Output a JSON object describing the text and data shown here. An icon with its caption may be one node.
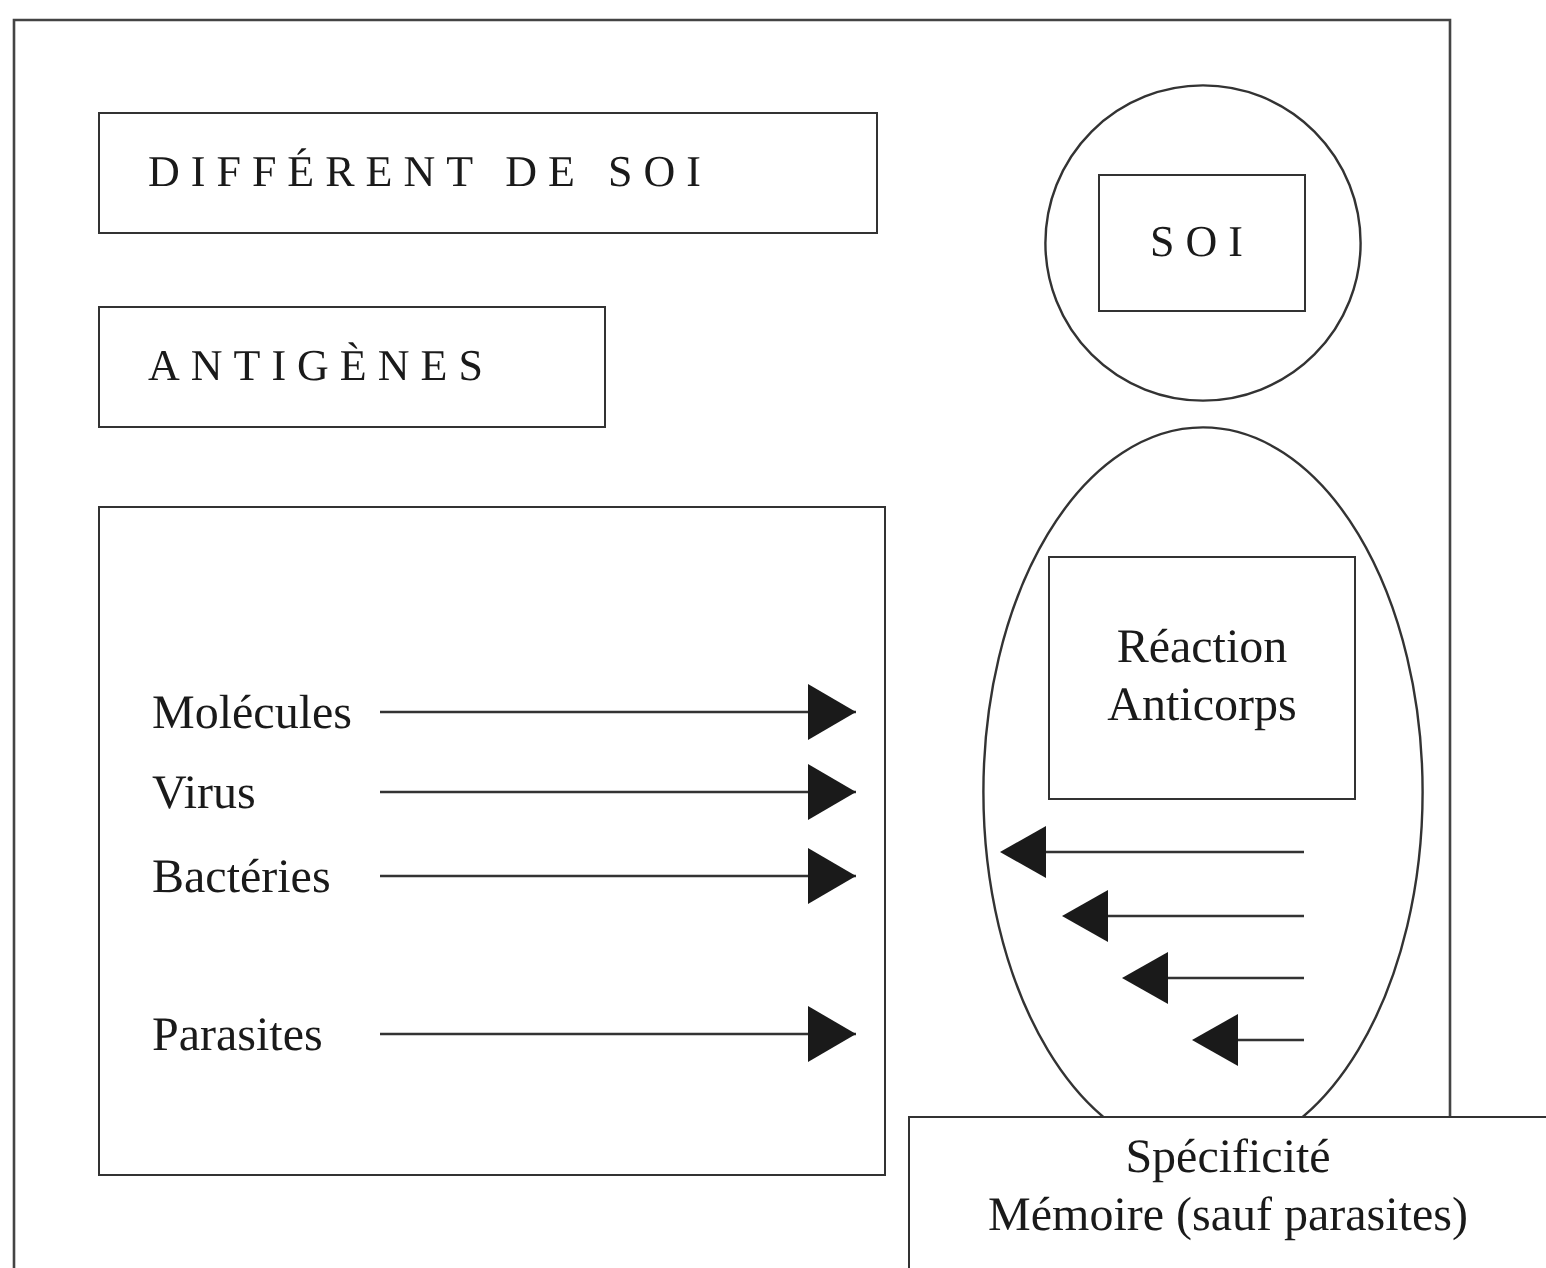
{
  "diagram": {
    "nodes": [
      {
        "text": [
          "DIFFÉRENT DE SOI"
        ]
      },
      {
        "text": [
          "ANTIGÈNES"
        ]
      },
      {
        "text": [],
        "shape": "box"
      },
      {
        "text": [
          "Molécules"
        ],
        "in": 2
      },
      {
        "text": [
          "Virus"
        ],
        "in": 2
      },
      {
        "text": [
          "Bactéries"
        ],
        "in": 2
      },
      {
        "text": [
          "Parasites"
        ],
        "in": 2
      },
      {
        "text": [],
        "shape": "circle"
      },
      {
        "text": [
          "SOI"
        ],
        "in": 7
      },
      {
        "text": [],
        "shape": "ellipse"
      },
      {
        "text": [
          "Réaction Anticorps"
        ],
        "in": 9
      },
      {
        "text": [
          "Spécificité",
          "Mémoire (sauf parasites)"
        ]
      }
    ],
    "edges": [
      {
        "from": 3,
        "to": null,
        "arrow": "to"
      },
      {
        "from": 4,
        "to": null,
        "arrow": "to"
      },
      {
        "from": 5,
        "to": null,
        "arrow": "to"
      },
      {
        "from": 6,
        "to": null,
        "arrow": "to"
      }
    ]
  }
}
